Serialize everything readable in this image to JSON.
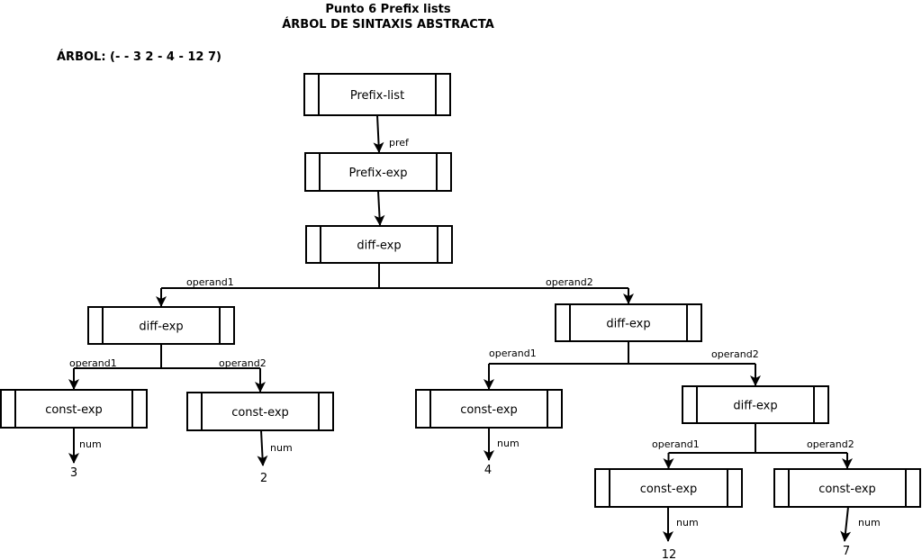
{
  "header": {
    "title_line1": "Punto 6 Prefix lists",
    "title_line2": "ÁRBOL DE SINTAXIS ABSTRACTA",
    "tree_expression": "ÁRBOL: (- - 3 2 - 4 - 12 7)"
  },
  "tree": {
    "nodes": [
      {
        "id": "prefix-list",
        "label": "Prefix-list"
      },
      {
        "id": "prefix-exp",
        "label": "Prefix-exp"
      },
      {
        "id": "diff-root",
        "label": "diff-exp"
      },
      {
        "id": "diff-left",
        "label": "diff-exp"
      },
      {
        "id": "diff-right",
        "label": "diff-exp"
      },
      {
        "id": "const-3",
        "label": "const-exp"
      },
      {
        "id": "const-2",
        "label": "const-exp"
      },
      {
        "id": "const-4",
        "label": "const-exp"
      },
      {
        "id": "diff-inner",
        "label": "diff-exp"
      },
      {
        "id": "const-12",
        "label": "const-exp"
      },
      {
        "id": "const-7",
        "label": "const-exp"
      }
    ],
    "edges": [
      {
        "from": "prefix-list",
        "to": "prefix-exp",
        "label": "pref"
      },
      {
        "from": "prefix-exp",
        "to": "diff-root",
        "label": ""
      },
      {
        "from": "diff-root",
        "to": "diff-left",
        "label": "operand1"
      },
      {
        "from": "diff-root",
        "to": "diff-right",
        "label": "operand2"
      },
      {
        "from": "diff-left",
        "to": "const-3",
        "label": "operand1"
      },
      {
        "from": "diff-left",
        "to": "const-2",
        "label": "operand2"
      },
      {
        "from": "diff-right",
        "to": "const-4",
        "label": "operand1"
      },
      {
        "from": "diff-right",
        "to": "diff-inner",
        "label": "operand2"
      },
      {
        "from": "diff-inner",
        "to": "const-12",
        "label": "operand1"
      },
      {
        "from": "diff-inner",
        "to": "const-7",
        "label": "operand2"
      }
    ],
    "leaves": [
      {
        "from": "const-3",
        "label": "num",
        "value": "3"
      },
      {
        "from": "const-2",
        "label": "num",
        "value": "2"
      },
      {
        "from": "const-4",
        "label": "num",
        "value": "4"
      },
      {
        "from": "const-12",
        "label": "num",
        "value": "12"
      },
      {
        "from": "const-7",
        "label": "num",
        "value": "7"
      }
    ]
  }
}
